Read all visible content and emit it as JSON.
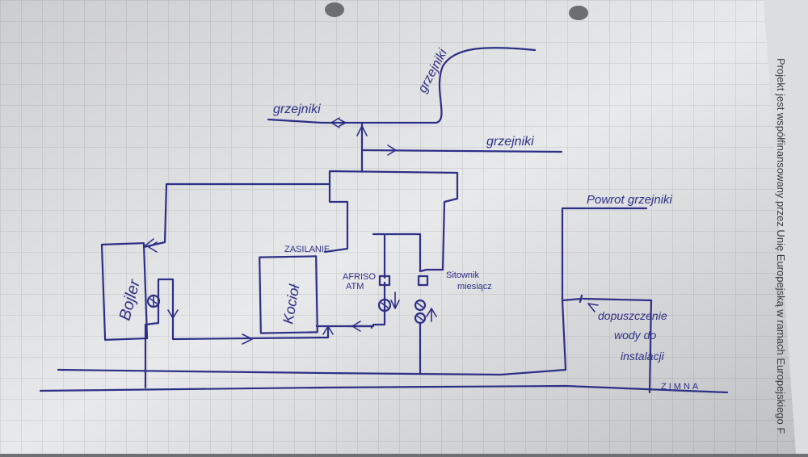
{
  "labels": {
    "radiators_left": "grzejniki",
    "radiators_top": "grzejniki",
    "radiators_right": "grzejniki",
    "radiator_return": "Powrot grzejniki",
    "boiler": "Bojler",
    "furnace": "Kocioł",
    "supply": "ZASILANIE",
    "valve_afriso": "AFRISO",
    "valve_atm": "ATM",
    "strainer_1": "Sitownik",
    "strainer_2": "miesiącz",
    "water_inlet_1": "dopuszczenie",
    "water_inlet_2": "wody do",
    "water_inlet_3": "instalacji",
    "cold_water": "ZIMNA"
  },
  "margin_note": "Projekt jest współfinansowany przez Unię Europejską w ramach Europejskiego F",
  "colors": {
    "ink": "#2d2f86",
    "paper": "#e8e9eb",
    "grid": "#c4c6cb"
  }
}
